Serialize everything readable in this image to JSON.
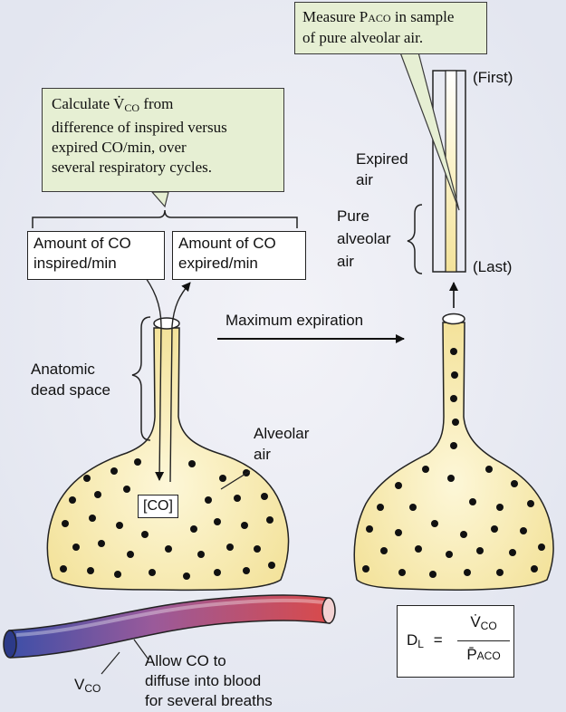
{
  "callout_top": {
    "line1_prefix": "Measure P",
    "line1_sub": "ACO",
    "line1_suffix": " in sample",
    "line2": "of pure alveolar air."
  },
  "callout_left": {
    "line1_prefix": "Calculate V̇",
    "line1_sub": "CO",
    "line1_suffix": " from",
    "line2": "difference of inspired versus",
    "line3": "expired CO/min, over",
    "line4": "several respiratory cycles."
  },
  "box_inspired": {
    "line1": "Amount of CO",
    "line2": "inspired/min"
  },
  "box_expired": {
    "line1": "Amount of CO",
    "line2": "expired/min"
  },
  "labels": {
    "first": "(First)",
    "last": "(Last)",
    "expired_air_1": "Expired",
    "expired_air_2": "air",
    "pure_1": "Pure",
    "pure_2": "alveolar",
    "pure_3": "air",
    "max_expiration": "Maximum expiration",
    "anatomic_1": "Anatomic",
    "anatomic_2": "dead space",
    "alveolar_1": "Alveolar",
    "alveolar_2": "air",
    "co_box": "[CO]",
    "vco_prefix": "V",
    "vco_sub": "CO",
    "allow_1": "Allow CO to",
    "allow_2": "diffuse into blood",
    "allow_3": "for several breaths"
  },
  "formula": {
    "lhs": "D",
    "lhs_sub": "L",
    "equals": "=",
    "numerator": "V̇",
    "numerator_sub": "CO",
    "denominator": "P̄",
    "denominator_sub": "ACO"
  },
  "colors": {
    "alveolus_fill": "#f6e7a1",
    "callout_fill": "#e6efd3",
    "vessel_start": "#3d4fa8",
    "vessel_end": "#d94a4a"
  }
}
